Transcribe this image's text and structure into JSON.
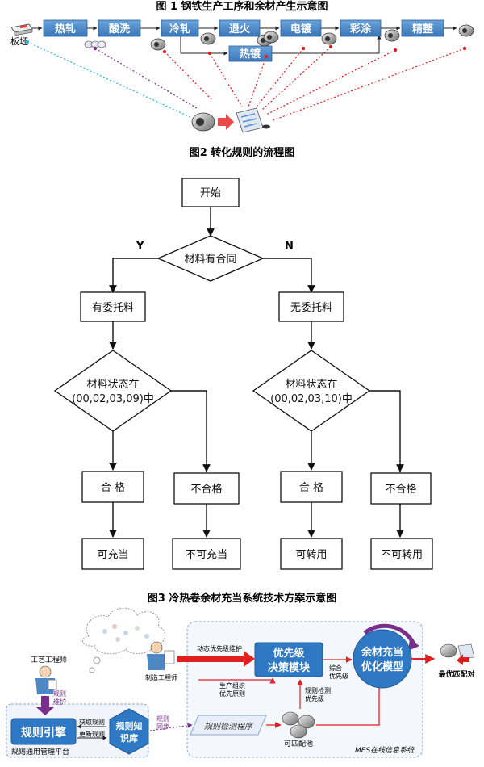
{
  "figure1": {
    "title": "图 1  钢铁生产工序和余材产生示意图",
    "start_label": "板坯",
    "process_steps": [
      "热轧",
      "酸洗",
      "冷轧",
      "退火",
      "电镀",
      "彩涂",
      "精整"
    ],
    "branch_step": "热镀"
  },
  "figure2": {
    "title": "图2  转化规则的流程图",
    "start": "开始",
    "decision1": "材料有合同",
    "yes_label": "Y",
    "no_label": "N",
    "left_branch": {
      "box": "有委托料",
      "decision_line1": "材料状态在",
      "decision_line2": "(00,02,03,09)中",
      "pass": "合  格",
      "fail": "不合格",
      "pass_result": "可充当",
      "fail_result": "不可充当"
    },
    "right_branch": {
      "box": "无委托料",
      "decision_line1": "材料状态在",
      "decision_line2": "(00,02,03,10)中",
      "pass": "合  格",
      "fail": "不合格",
      "pass_result": "可转用",
      "fail_result": "不可转用"
    }
  },
  "figure3": {
    "title": "图3   冷热卷余材充当系统技术方案示意图",
    "process_engineer": "工艺工程师",
    "rule_maintain_1": "规则",
    "rule_maintain_2": "维护",
    "rule_engine": "规则引擎",
    "get_rules": "获取规则",
    "update_rules": "更新规则",
    "kb_line1": "规则知",
    "kb_line2": "识库",
    "sync_1": "规则",
    "sync_2": "同步",
    "rule_platform": "规则通用管理平台",
    "manufacturing_engineer": "制造工程师",
    "dynamic_priority": "动态优先级维护",
    "decision_line1": "优先级",
    "decision_line2": "决策模块",
    "production_1": "生产组织",
    "production_2": "优先原则",
    "combined_1": "综合",
    "combined_2": "优先级",
    "opt_line1": "余材充当",
    "opt_line2": "优化模型",
    "rule_check_1": "规则检测",
    "rule_check_2": "优先级",
    "rule_check_program": "规则检测程序",
    "match_pool": "可匹配池",
    "mes_system": "MES在线信息系统",
    "best_match": "最优匹配对"
  },
  "colors": {
    "process_box": "#3f7fbf",
    "diagram_blue": "#2f78c4",
    "purple": "#7a2d8c",
    "red": "#e02020",
    "cyan_dotted": "#29b7d8"
  }
}
